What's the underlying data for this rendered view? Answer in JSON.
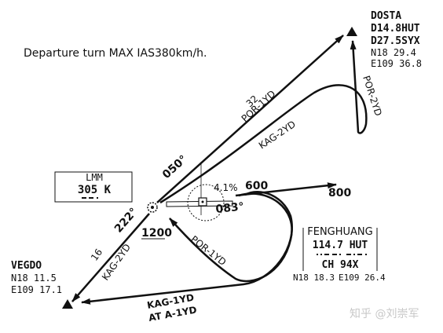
{
  "note": "Departure turn MAX IAS380km/h.",
  "fixes": {
    "dosta": {
      "name": "DOSTA",
      "line1": "D14.8HUT",
      "line2": "D27.5SYX",
      "lat": "N18  29.4",
      "lon": "E109  36.8"
    },
    "vegdo": {
      "name": "VEGDO",
      "lat": "N18  11.5",
      "lon": "E109  17.1"
    }
  },
  "lmm": {
    "title": "LMM",
    "freq": "305  K"
  },
  "navaid": {
    "name": "FENGHUANG",
    "freq": "114.7  HUT",
    "channel": "CH  94X",
    "lat": "N18  18.3",
    "lon": "E109  26.4"
  },
  "routes": {
    "por1yd_dist": "32",
    "por1yd_top": "POR-1YD",
    "kag2yd_upper": "KAG-2YD",
    "por2yd": "POR-2YD",
    "por1yd_lower": "POR-1YD",
    "kag2yd_left": "KAG-2YD",
    "kag2yd_dist": "16",
    "kag1yd": "KAG-1YD",
    "ata1yd": "AT A-1YD"
  },
  "bearings": {
    "b050": "050°",
    "b222": "222°",
    "b083": "083°",
    "gradient": "4.1%"
  },
  "altitudes": {
    "a600": "600",
    "a800": "800",
    "elev": "1200"
  },
  "watermark": "知乎 @刘崇军"
}
